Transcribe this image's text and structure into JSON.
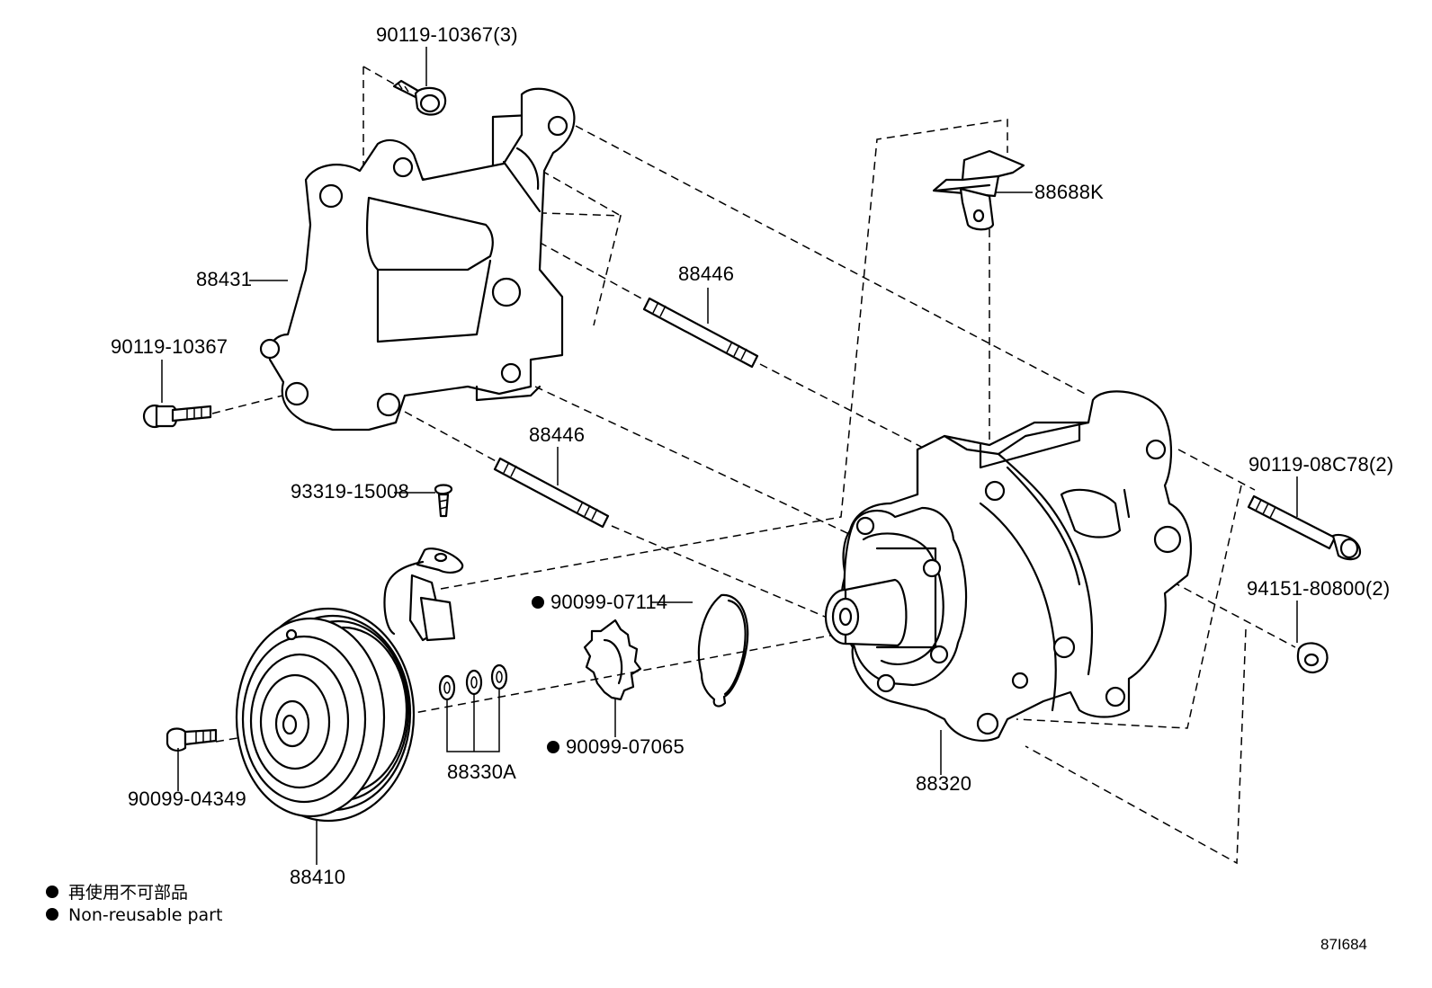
{
  "diagram_ref": "87I684",
  "legend": {
    "line_ja": "再使用不可部品",
    "line_en": "Non-reusable part"
  },
  "parts": {
    "bolt_top": "90119-10367(3)",
    "bracket": "88431",
    "bolt_left": "90119-10367",
    "stud_upper": "88446",
    "stud_lower": "88446",
    "screw": "93319-15008",
    "clip": "88688K",
    "compressor": "88320",
    "bolt_right": "90119-08C78(2)",
    "nut_right": "94151-80800(2)",
    "snap_ring": "90099-07114",
    "retainer": "90099-07065",
    "shims": "88330A",
    "pulley_bolt": "90099-04349",
    "clutch": "88410"
  }
}
